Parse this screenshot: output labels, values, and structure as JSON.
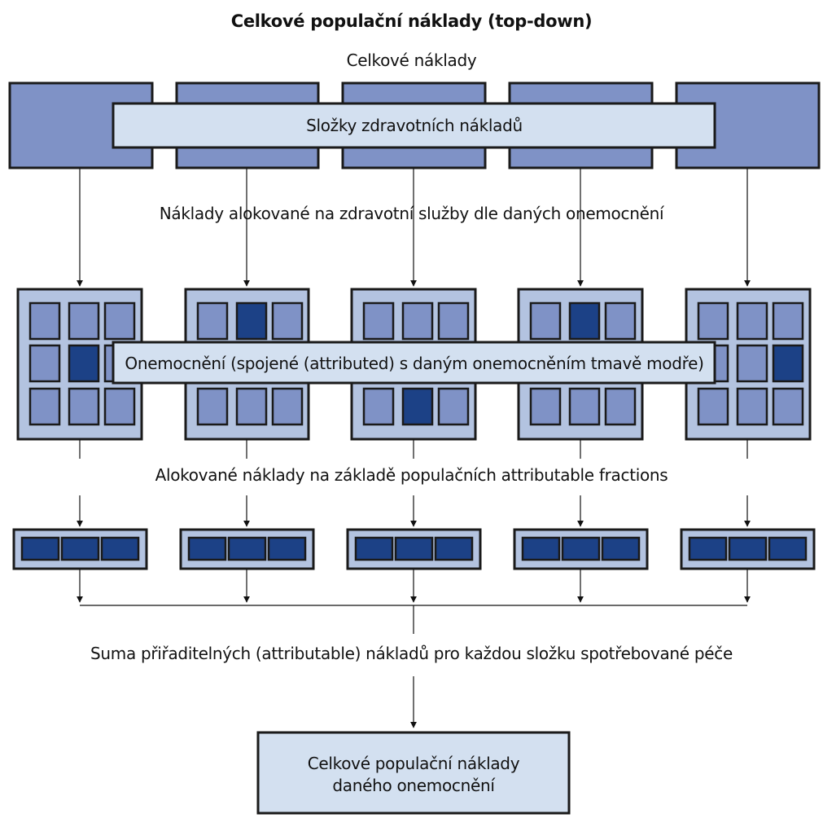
{
  "title": "Celkové populační náklady (top-down)",
  "top_caption": "Celkové náklady",
  "band_1_label": "Složky zdravotních nákladů",
  "caption_1": "Náklady alokované na zdravotní služby dle daných onemocnění",
  "band_2_label": "Onemocnění (spojené (attributed) s daným onemocněním tmavě modře)",
  "caption_2": "Alokované náklady na základě populačních attributable fractions",
  "caption_3": "Suma přiřaditelných (attributable) nákladů pro každou složku spotřebované péče",
  "result_lines": [
    "Celkové populační náklady",
    "daného onemocnění"
  ],
  "highlighted_cells": [
    [
      1,
      1
    ],
    [
      0,
      1
    ],
    [
      2,
      1
    ],
    [
      0,
      1
    ],
    [
      1,
      2
    ]
  ],
  "colors": {
    "component_fill": "#7f92c6",
    "band_fill": "#d3e0f0",
    "grid_background": "#b3c3e0",
    "cell_fill": "#7f92c6",
    "highlight_fill": "#1c4186",
    "result_fill": "#d3e0f0",
    "stroke": "#1a1a1a"
  }
}
